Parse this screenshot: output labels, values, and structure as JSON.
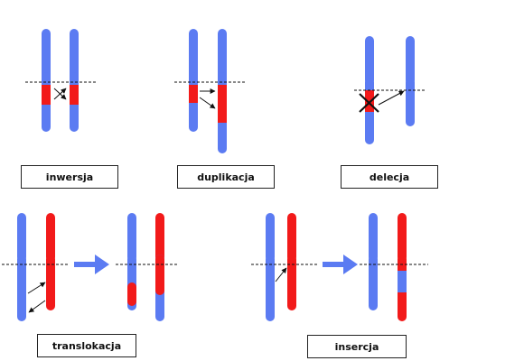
{
  "colors": {
    "blue": "#5b7bf2",
    "red": "#f21a1a",
    "line": "#111111",
    "arrow": "#5b7bf2"
  },
  "labels": {
    "inversion": "inwersja",
    "duplication": "duplikacja",
    "deletion": "delecja",
    "translocation": "translokacja",
    "insertion": "insercja"
  }
}
